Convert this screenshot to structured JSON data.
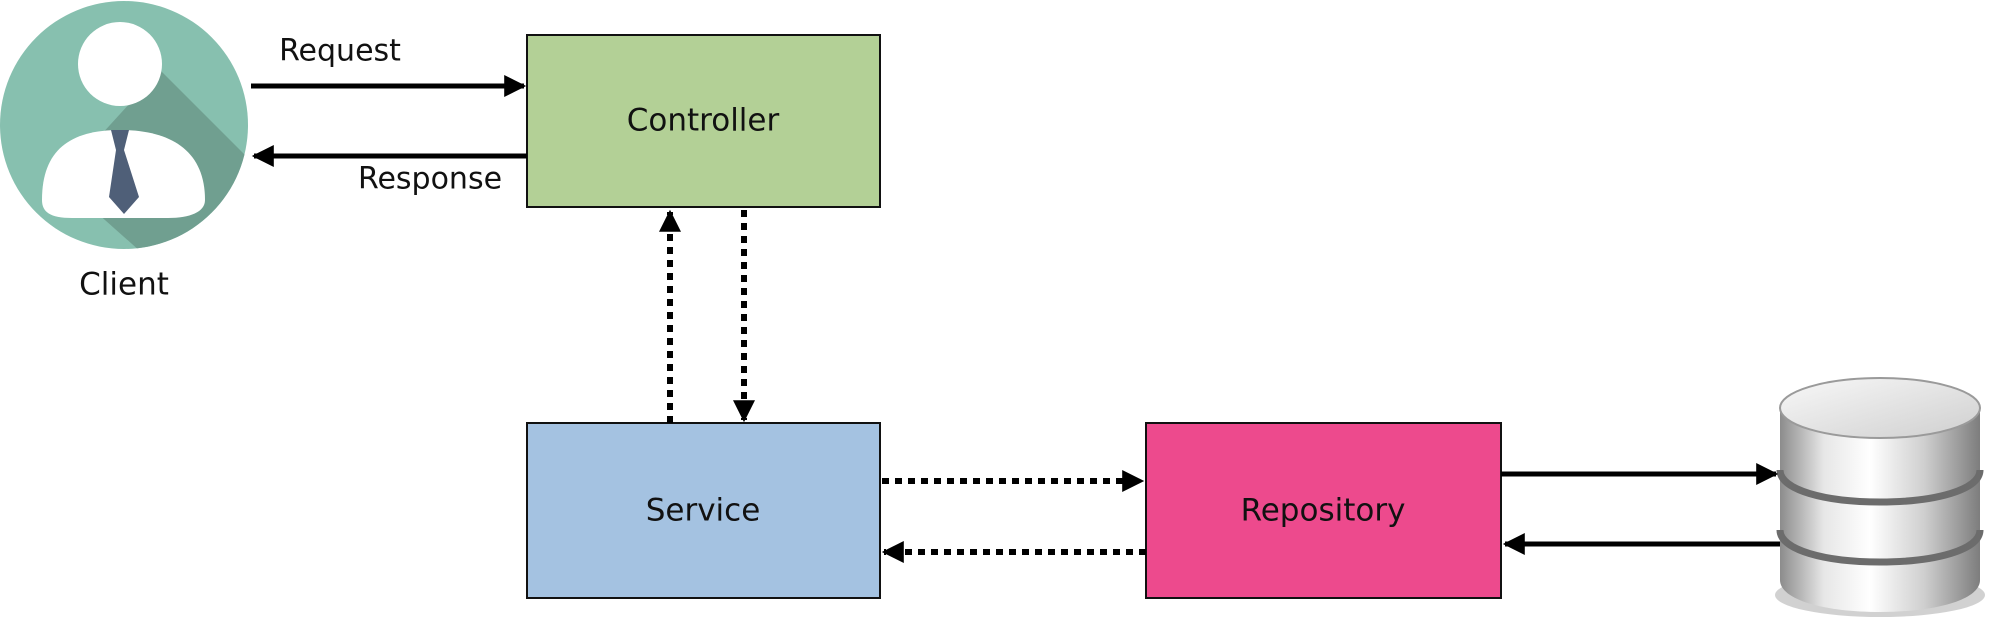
{
  "nodes": {
    "client": {
      "label": "Client"
    },
    "controller": {
      "label": "Controller",
      "fill": "#b3d096"
    },
    "service": {
      "label": "Service",
      "fill": "#a4c2e1"
    },
    "repository": {
      "label": "Repository",
      "fill": "#ed4a8d"
    },
    "database": {
      "label": ""
    }
  },
  "edges": {
    "request": {
      "label": "Request"
    },
    "response": {
      "label": "Response"
    }
  },
  "colors": {
    "client_circle": "#87c0af",
    "client_shadow": "#6e9b8d",
    "client_figure": "#ffffff",
    "client_tie": "#4f5f78",
    "arrow": "#000000"
  },
  "icons": {
    "client": "user-avatar-icon",
    "database": "database-cylinder-icon"
  }
}
